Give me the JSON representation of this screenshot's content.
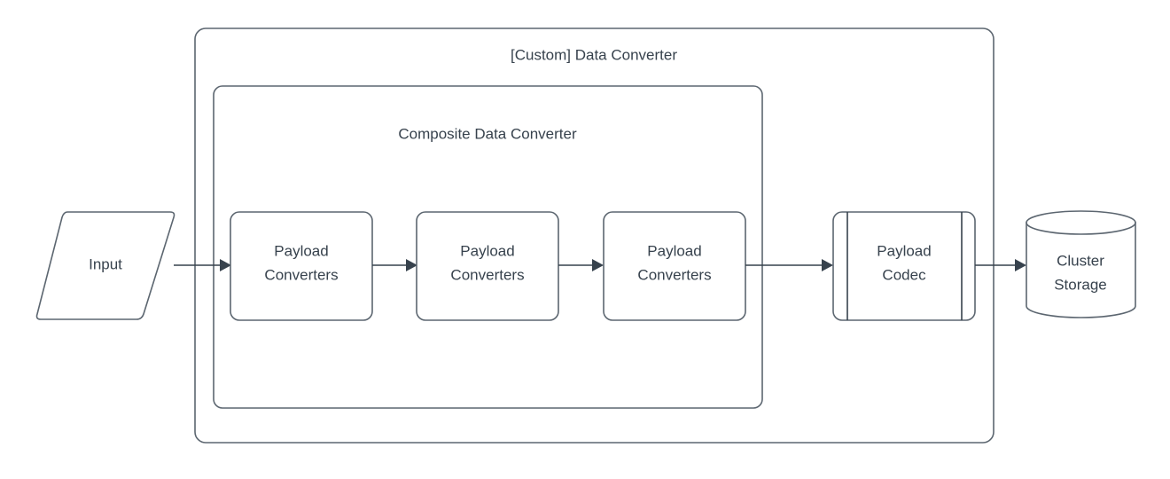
{
  "diagram": {
    "type": "flowchart",
    "title": "[Custom] Data Converter",
    "background_color": "#ffffff",
    "stroke_color": "#5c6670",
    "text_color": "#37424d",
    "containers": [
      {
        "id": "custom-data-converter",
        "label": "[Custom] Data Converter",
        "shape": "rounded-rectangle"
      },
      {
        "id": "composite-data-converter",
        "label": "Composite Data Converter",
        "shape": "rounded-rectangle"
      }
    ],
    "nodes": [
      {
        "id": "input",
        "label": "Input",
        "shape": "parallelogram"
      },
      {
        "id": "payload-converters-1",
        "label_line1": "Payload",
        "label_line2": "Converters",
        "shape": "rounded-rectangle"
      },
      {
        "id": "payload-converters-2",
        "label_line1": "Payload",
        "label_line2": "Converters",
        "shape": "rounded-rectangle"
      },
      {
        "id": "payload-converters-3",
        "label_line1": "Payload",
        "label_line2": "Converters",
        "shape": "rounded-rectangle"
      },
      {
        "id": "payload-codec",
        "label_line1": "Payload",
        "label_line2": "Codec",
        "shape": "predefined-process"
      },
      {
        "id": "cluster-storage",
        "label_line1": "Cluster",
        "label_line2": "Storage",
        "shape": "cylinder"
      }
    ],
    "edges": [
      {
        "id": "edge-input-to-pc1",
        "from": "input",
        "to": "payload-converters-1",
        "arrow": "single"
      },
      {
        "id": "edge-pc1-to-pc2",
        "from": "payload-converters-1",
        "to": "payload-converters-2",
        "arrow": "single"
      },
      {
        "id": "edge-pc2-to-pc3",
        "from": "payload-converters-2",
        "to": "payload-converters-3",
        "arrow": "single"
      },
      {
        "id": "edge-pc3-to-codec",
        "from": "payload-converters-3",
        "to": "payload-codec",
        "arrow": "single"
      },
      {
        "id": "edge-codec-to-storage",
        "from": "payload-codec",
        "to": "cluster-storage",
        "arrow": "single"
      }
    ]
  }
}
